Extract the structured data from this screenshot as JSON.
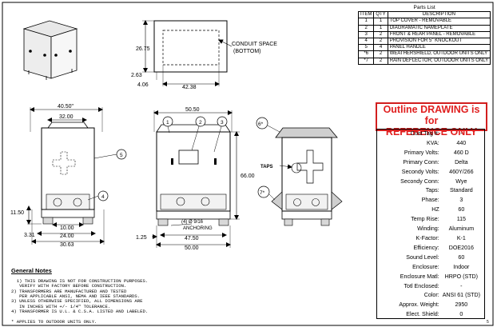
{
  "parts_list": {
    "title": "Parts List",
    "headers": [
      "ITEM",
      "QTY",
      "DESCRIPTION"
    ],
    "rows": [
      [
        "1",
        "1",
        "TOP COVER - REMOVABLE"
      ],
      [
        "2",
        "1",
        "DIAGRAMATIC NAMEPLATE"
      ],
      [
        "3",
        "2",
        "FRONT & REAR PANEL - REMOVABLE"
      ],
      [
        "4",
        "2",
        "PROVISION FOR 5\" KNOCKOUT"
      ],
      [
        "5",
        "4",
        "PANEL HANDLE"
      ],
      [
        "*6",
        "2",
        "WEATHERSHIELD, OUTDOOR UNITS ONLY"
      ],
      [
        "*7",
        "2",
        "RAIN DEFLECTOR, OUTDOOR UNITS ONLY"
      ]
    ]
  },
  "reference_banner": {
    "line1": "Outline DRAWING is for",
    "line2": "REFERENCE ONLY"
  },
  "specs": [
    {
      "label": "Cust Tag #:",
      "value": "-"
    },
    {
      "label": "KVA:",
      "value": "440"
    },
    {
      "label": "Primary Volts:",
      "value": "460 D"
    },
    {
      "label": "Primary Conn:",
      "value": "Delta"
    },
    {
      "label": "Secondy Volts:",
      "value": "460Y/266"
    },
    {
      "label": "Secondy Conn:",
      "value": "Wye"
    },
    {
      "label": "Taps:",
      "value": "Standard"
    },
    {
      "label": "Phase:",
      "value": "3"
    },
    {
      "label": "HZ",
      "value": "60"
    },
    {
      "label": "Temp Rise:",
      "value": "115"
    },
    {
      "label": "Winding:",
      "value": "Aluminum"
    },
    {
      "label": "K-Factor:",
      "value": "K-1"
    },
    {
      "label": "Efficiency:",
      "value": "DOE2016"
    },
    {
      "label": "Sound Level:",
      "value": "60"
    },
    {
      "label": "Enclosure:",
      "value": "Indoor"
    },
    {
      "label": "Enclosure Matl:",
      "value": "HRPO (STD)"
    },
    {
      "label": "Totl Enclosed:",
      "value": "-"
    },
    {
      "label": "Color:",
      "value": "ANSI 61 (STD)"
    },
    {
      "label": "Approx. Weight:",
      "value": "2950"
    },
    {
      "label": "Elect. Shield:",
      "value": "0"
    }
  ],
  "top_view": {
    "dim_height": "26.75",
    "dim_offset_v": "2.63",
    "dim_offset_h": "4.06",
    "dim_width": "42.38",
    "conduit_label_1": "CONDUIT SPACE",
    "conduit_label_2": "(BOTTOM)"
  },
  "side_view": {
    "dim_top_outer": "40.50\"",
    "dim_top_inner": "32.00",
    "dim_base_height": "11.50",
    "dim_foot_inner": "10.00",
    "dim_left_offset": "3.31",
    "dim_foot_outer": "24.00",
    "dim_total_depth": "30.63",
    "callout_5": "5",
    "callout_4": "4"
  },
  "front_view": {
    "dim_width": "50.50",
    "dim_height": "66.00",
    "dim_left_offset": "1.25",
    "anchoring_1": "(4) Ø 9/16",
    "anchoring_2": "ANCHORING",
    "dim_anchor_span": "47.50",
    "dim_base_width": "50.00",
    "callout_1": "1",
    "callout_2": "2",
    "callout_3": "3"
  },
  "outdoor_view": {
    "callout_6": "6*",
    "callout_7": "7*",
    "taps_label": "TAPS"
  },
  "general_notes": {
    "title": "General Notes",
    "text": "1) THIS DRAWING IS NOT FOR CONSTRUCTION PURPOSES.\n   VERIFY WITH FACTORY BEFORE CONSTRUCTION.\n2) TRANSFORMERS ARE MANUFACTURED AND TESTED\n   PER APPLICABLE ANSI, NEMA AND IEEE STANDARDS.\n3) UNLESS OTHERWISE SPECIFIED, ALL DIMENSIONS ARE\n   IN INCHES WITH +/- 1/4\" TOLERANCE.\n4) TRANSFORMER IS U.L. & C.S.A. LISTED AND LABELED.\n\n* APPLIES TO OUTDOOR UNITS ONLY."
  },
  "sheet_number": "5"
}
